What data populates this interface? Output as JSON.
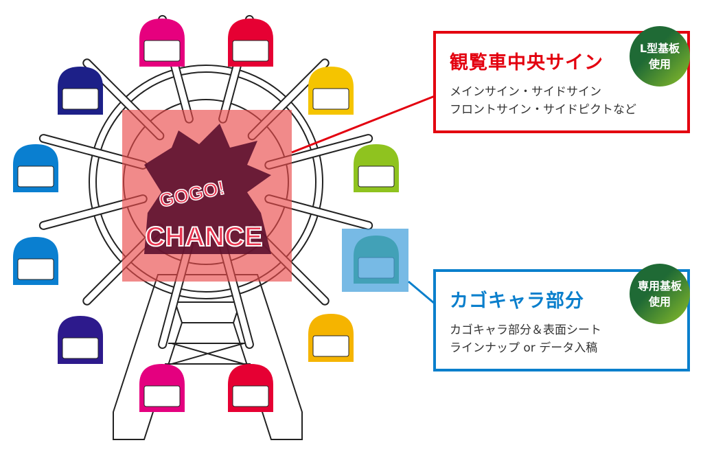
{
  "wheel": {
    "sign_top": "GOGO!",
    "sign_bottom": "CHANCE",
    "gondola_colors": [
      "#e6007e",
      "#e60033",
      "#1d2088",
      "#f5c400",
      "#0a7fd0",
      "#8fc31f",
      "#0a7fd0",
      "#2d9b4a",
      "#2d1a8c",
      "#f5b400",
      "#e4007f",
      "#e60033"
    ],
    "highlight_center_color": "#e94b4b",
    "highlight_gondola_color": "#4aa3dc"
  },
  "callouts": [
    {
      "title": "観覧車中央サイン",
      "lines": [
        "メインサイン・サイドサイン",
        "フロントサイン・サイドピクトなど"
      ],
      "badge": [
        "L型基板",
        "使用"
      ],
      "color": "#e3000f"
    },
    {
      "title": "カゴキャラ部分",
      "lines": [
        "カゴキャラ部分＆表面シート",
        "ラインナップ or データ入稿"
      ],
      "badge": [
        "専用基板",
        "使用"
      ],
      "color": "#0a7fcc"
    }
  ]
}
